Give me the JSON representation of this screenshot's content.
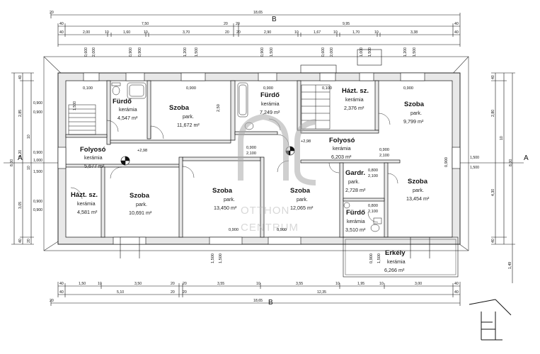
{
  "section_marks": {
    "left": "A",
    "right": "A",
    "top": "B",
    "bottom": "B"
  },
  "overall_dims": {
    "top_total": "18,65",
    "bottom_total": "18,65",
    "left_total": "8,00",
    "right_total": "8,00",
    "corner": "20"
  },
  "top_dims": {
    "row2": [
      "40",
      "7,50",
      "20",
      "20",
      "9,95",
      "40"
    ],
    "row3": [
      "40",
      "2,00",
      "10",
      "1,60",
      "10",
      "3,70",
      "20",
      "20",
      "2,90",
      "10",
      "1,67",
      "10",
      "1,70",
      "10",
      "3,38",
      "40"
    ],
    "windows": [
      "0,600",
      "2,000",
      "0,900",
      "0,900",
      "1,200",
      "1,500",
      "0,900",
      "1,500",
      "0,600",
      "2,000",
      "1,000",
      "1,500",
      "1,200",
      "1,500"
    ]
  },
  "bottom_dims": {
    "row1": [
      "40",
      "1,50",
      "10",
      "3,50",
      "20",
      "20",
      "3,55",
      "10",
      "3,55",
      "10",
      "1,95",
      "10",
      "3,00",
      "40"
    ],
    "row2": [
      "40",
      "5,10",
      "20",
      "20",
      "12,35",
      "40"
    ]
  },
  "left_dims": [
    "40",
    "2,85",
    "10",
    "1,20",
    "10",
    "3,05",
    "40",
    "20"
  ],
  "left_openings": [
    "0,900",
    "1,500",
    "0,900",
    "0,900",
    "1,000",
    "1,500",
    "0,900",
    "0,900"
  ],
  "right_dims": [
    "40",
    "2,80",
    "10",
    "4,30",
    "40",
    "1,49"
  ],
  "right_openings": [
    "1,500",
    "1,500"
  ],
  "rooms": [
    {
      "key": "furdo1",
      "name": "Fürdő",
      "material": "kerámia",
      "area": "4,547 m²"
    },
    {
      "key": "szoba1",
      "name": "Szoba",
      "material": "park.",
      "area": "11,672 m²"
    },
    {
      "key": "furdo2",
      "name": "Fürdő",
      "material": "kerámia",
      "area": "7,249 m²"
    },
    {
      "key": "haztsz1",
      "name": "Házt. sz.",
      "material": "kerámia",
      "area": "2,376 m²"
    },
    {
      "key": "szoba2",
      "name": "Szoba",
      "material": "park.",
      "area": "9,799 m²"
    },
    {
      "key": "folyoso1",
      "name": "Folyosó",
      "material": "kerámia",
      "area": "5,677 m²"
    },
    {
      "key": "folyoso2",
      "name": "Folyosó",
      "material": "kerámia",
      "area": "6,203 m²"
    },
    {
      "key": "haztsz2",
      "name": "Házt. sz.",
      "material": "kerámia",
      "area": "4,581 m²"
    },
    {
      "key": "szoba3",
      "name": "Szoba",
      "material": "park.",
      "area": "10,691 m²"
    },
    {
      "key": "szoba4",
      "name": "Szoba",
      "material": "park.",
      "area": "13,450 m²"
    },
    {
      "key": "szoba5",
      "name": "Szoba",
      "material": "park.",
      "area": "12,065 m²"
    },
    {
      "key": "gardr",
      "name": "Gardr.",
      "material": "park.",
      "area": "2,728 m²"
    },
    {
      "key": "szoba6",
      "name": "Szoba",
      "material": "park.",
      "area": "13,454 m²"
    },
    {
      "key": "furdo3",
      "name": "Fürdő",
      "material": "kerámia",
      "area": "3,510 m²"
    },
    {
      "key": "erkely",
      "name": "Erkély",
      "material": "kerámia",
      "area": "6,266 m²"
    }
  ],
  "inner_labels": [
    "0,100",
    "0,900",
    "0,900",
    "0,100",
    "0,900",
    "0,900",
    "2,100",
    "0,900",
    "2,100",
    "0,800",
    "2,100",
    "0,800",
    "2,100",
    "0,900",
    "0,900",
    "0,900",
    "1,500",
    "1,500",
    "2,50",
    "+2,98",
    "+2,98",
    "0,900",
    "1,500"
  ],
  "watermark": {
    "line1": "OTTHON",
    "line2": "CENTRUM"
  }
}
